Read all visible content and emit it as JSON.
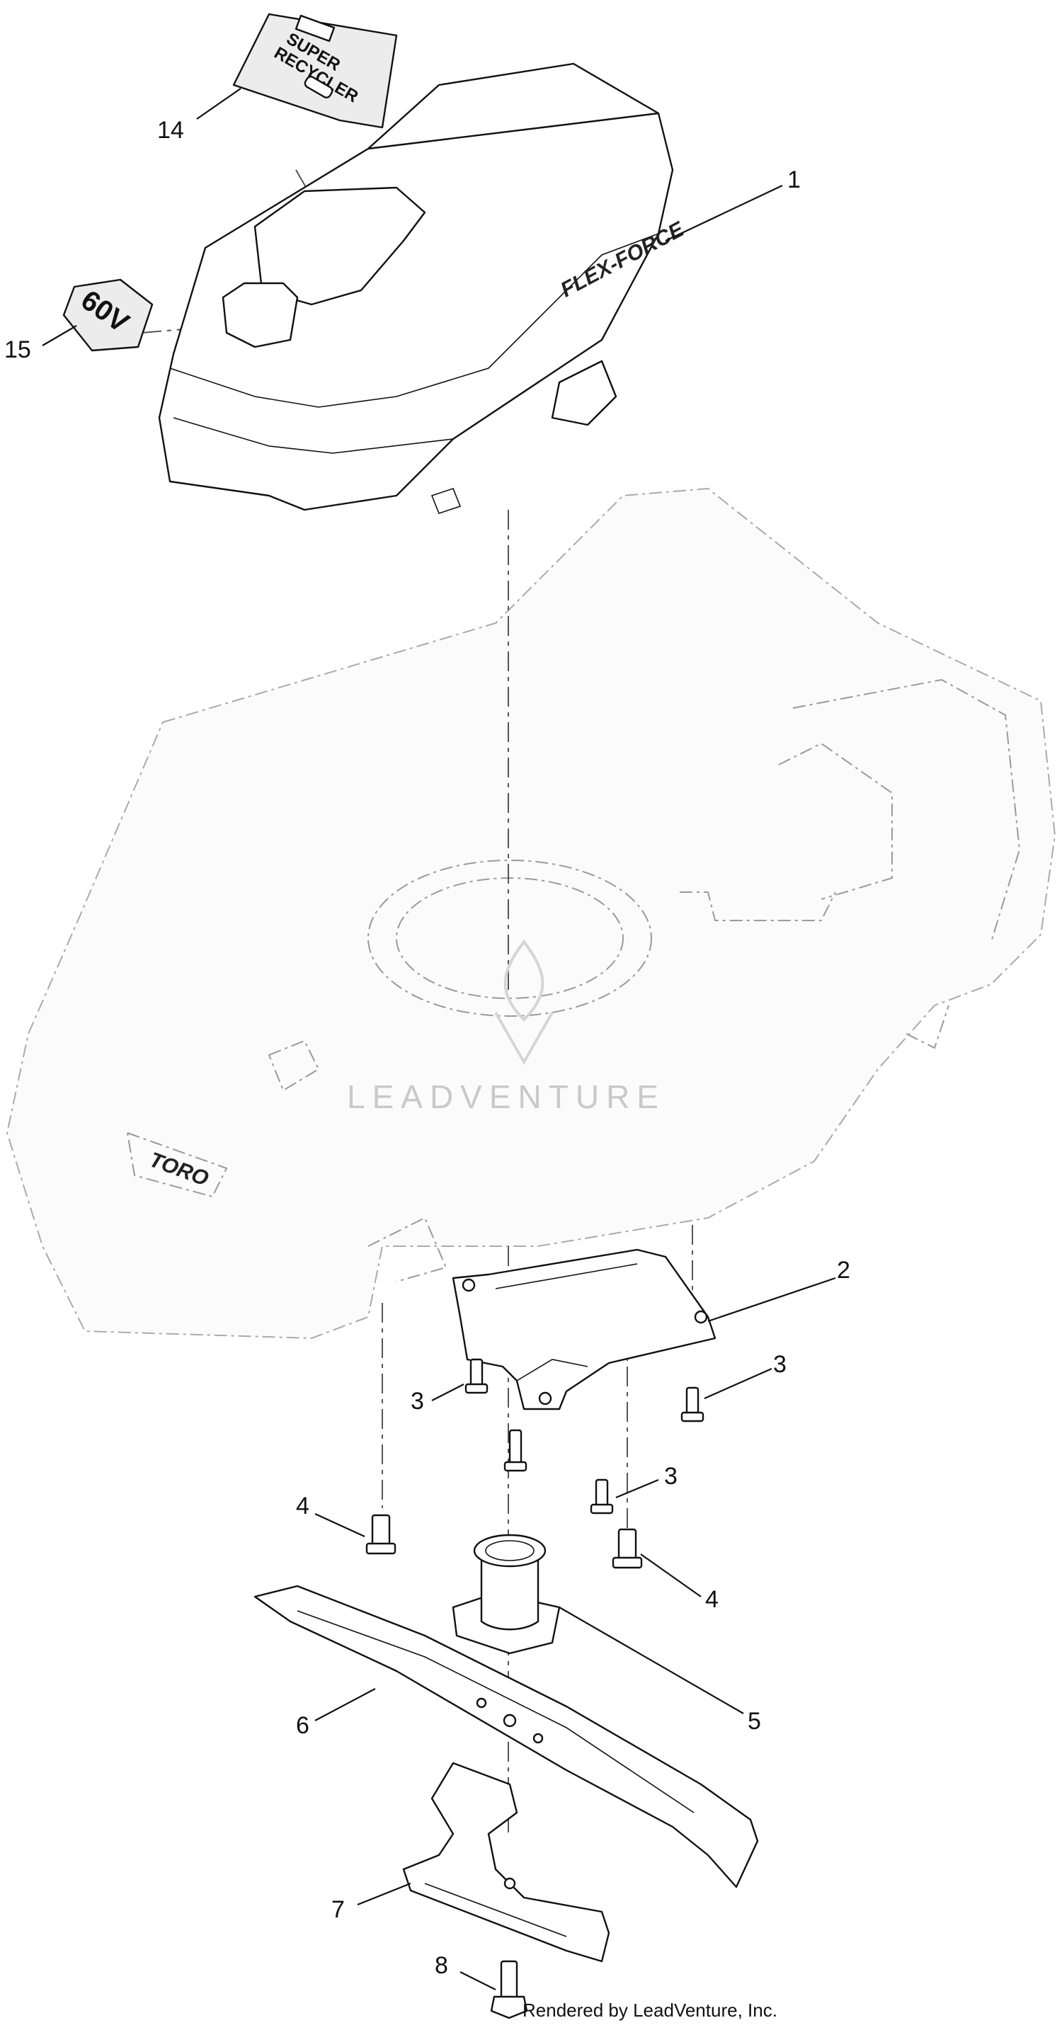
{
  "callouts": {
    "c1": "1",
    "c2": "2",
    "c3a": "3",
    "c3b": "3",
    "c3c": "3",
    "c4a": "4",
    "c4b": "4",
    "c5": "5",
    "c6": "6",
    "c7": "7",
    "c8": "8",
    "c14": "14",
    "c15": "15"
  },
  "decals": {
    "voltage": "60V",
    "hood_brand": "FLEX-FORCE",
    "recycler_line1": "SUPER",
    "recycler_line2": "RECYCLER",
    "deck_logo": "TORO"
  },
  "watermark": "LEADVENTURE",
  "footer": "Rendered by LeadVenture, Inc."
}
